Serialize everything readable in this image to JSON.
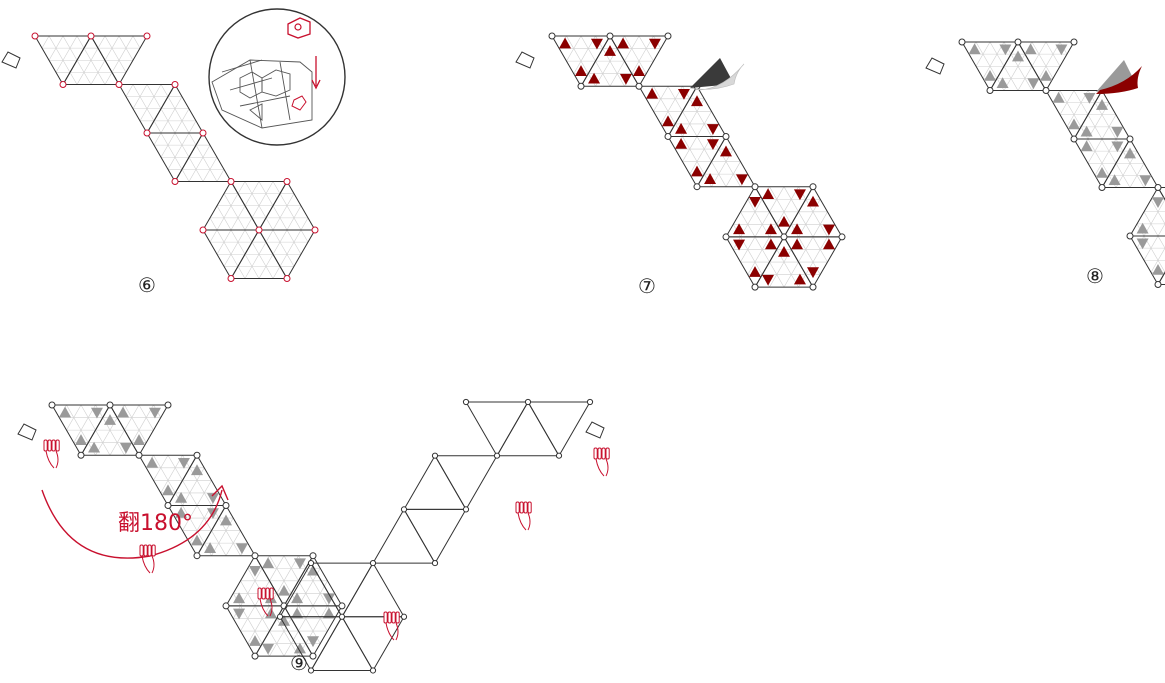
{
  "steps": [
    {
      "label": "⑥",
      "kind": "connector-assembly"
    },
    {
      "label": "⑦",
      "kind": "red-triangles",
      "marker_color": "#8b0000"
    },
    {
      "label": "⑧",
      "kind": "grey-triangles",
      "marker_color": "#9a9a9a"
    },
    {
      "label": "⑨",
      "kind": "flip",
      "flip_text": "翻180°"
    }
  ],
  "colors": {
    "outline": "#333333",
    "grid": "#cfcfcf",
    "accent_red": "#c8102e",
    "dark_red": "#8b0000",
    "grey": "#9a9a9a",
    "dark_grey": "#333333"
  },
  "icons": [
    "tape-dark-icon",
    "tape-red-icon",
    "magnifier-detail-icon",
    "hand-icon",
    "flip-arrow-icon"
  ]
}
